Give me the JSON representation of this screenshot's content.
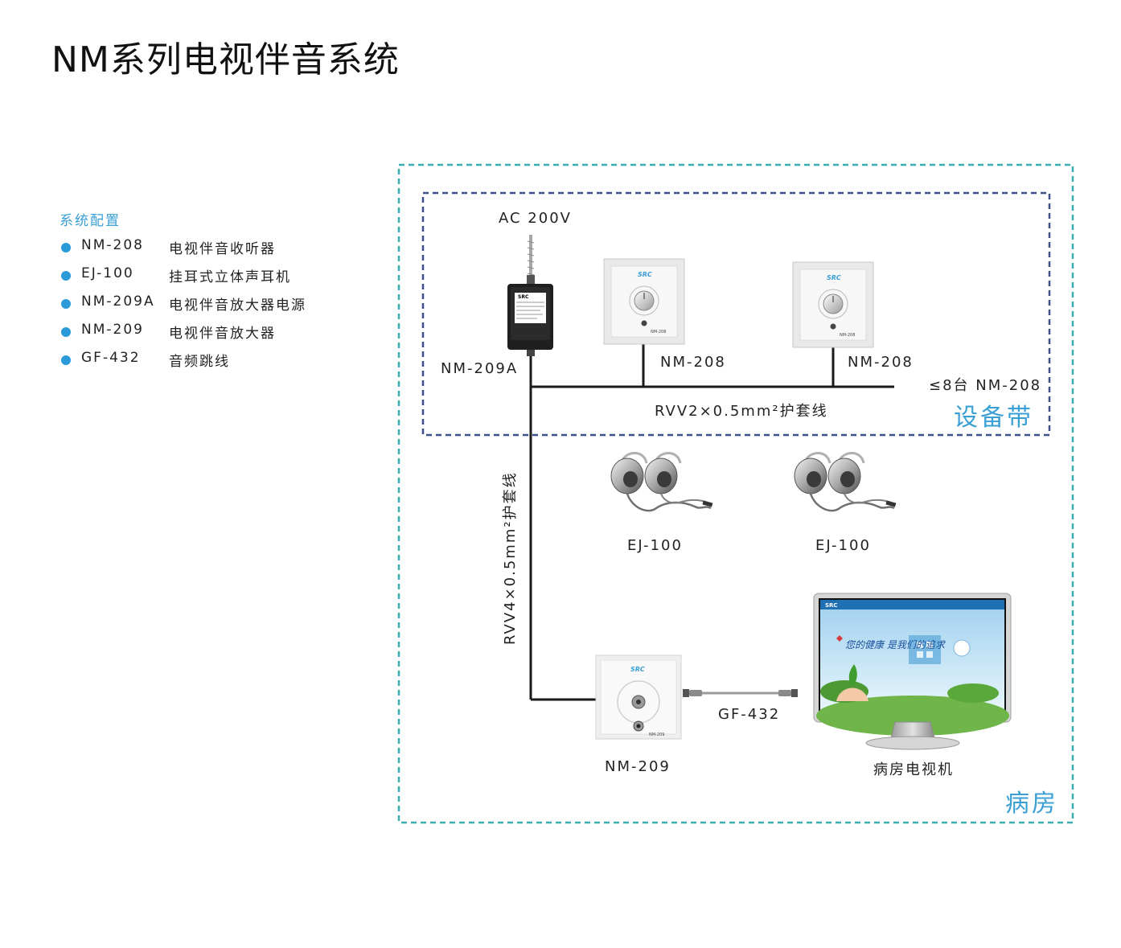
{
  "title": "NM系列电视伴音系统",
  "colors": {
    "accent": "#3a9fd4",
    "bullet": "#2a9ad8",
    "outer_border": "#3aaeb0",
    "inner_border": "#3b4f8a",
    "wire": "#1a1a1a"
  },
  "config": {
    "heading": "系统配置",
    "items": [
      {
        "code": "NM-208",
        "desc": "电视伴音收听器"
      },
      {
        "code": "EJ-100",
        "desc": "挂耳式立体声耳机"
      },
      {
        "code": "NM-209A",
        "desc": "电视伴音放大器电源"
      },
      {
        "code": "NM-209",
        "desc": "电视伴音放大器"
      },
      {
        "code": "GF-432",
        "desc": "音频跳线"
      }
    ]
  },
  "diagram": {
    "outer_zone": "病房",
    "inner_zone": "设备带",
    "power": "AC 200V",
    "adapter": "NM-209A",
    "receiver_1": "NM-208",
    "receiver_2": "NM-208",
    "max_units": "≤8台 NM-208",
    "bus_cable": "RVV2×0.5mm²护套线",
    "trunk_cable": "RVV4×0.5mm²护套线",
    "headphone_1": "EJ-100",
    "headphone_2": "EJ-100",
    "amplifier": "NM-209",
    "patch_cable": "GF-432",
    "tv": "病房电视机",
    "brand": "SRC",
    "device_model_small": "NM-208",
    "amp_model_small": "NM-209",
    "tv_banner": "您的健康 是我们的追求"
  }
}
